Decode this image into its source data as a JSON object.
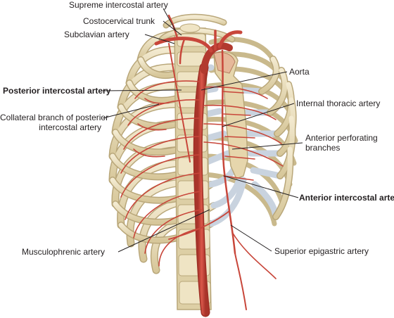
{
  "figure": {
    "labels": {
      "supreme_intercostal": "Supreme intercostal artery",
      "costocervical": "Costocervical trunk",
      "subclavian": "Subclavian artery",
      "posterior_intercostal": "Posterior intercostal artery",
      "collateral_line1": "Collateral branch of posterior",
      "collateral_line2": "intercostal artery",
      "aorta": "Aorta",
      "internal_thoracic": "Internal thoracic artery",
      "anterior_perforating_line1": "Anterior perforating",
      "anterior_perforating_line2": "branches",
      "anterior_intercostal": "Anterior intercostal artery",
      "musculophrenic": "Musculophrenic artery",
      "superior_epigastric": "Superior epigastric artery"
    },
    "colors": {
      "bone": "#e8dcb5",
      "bone_edge": "#b9a77a",
      "cartilage": "#c9d3df",
      "artery": "#c8463a",
      "artery_dark": "#9e2f25",
      "leader_line": "#231f20"
    }
  }
}
